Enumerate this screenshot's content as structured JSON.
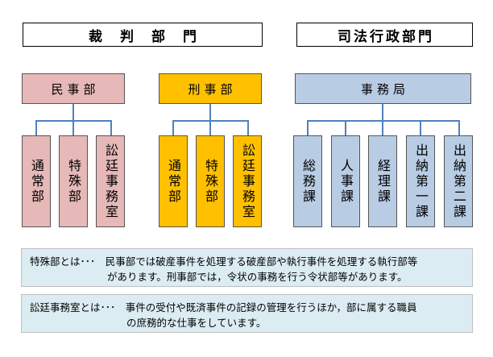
{
  "headers": {
    "court": "裁判部門",
    "admin": "司法行政部門"
  },
  "departments": {
    "civil": {
      "name": "民事部",
      "units": [
        "通常部",
        "特殊部",
        "訟廷事務室"
      ]
    },
    "criminal": {
      "name": "刑事部",
      "units": [
        "通常部",
        "特殊部",
        "訟廷事務室"
      ]
    },
    "secretariat": {
      "name": "事務局",
      "units": [
        "総務課",
        "人事課",
        "経理課",
        "出納第一課",
        "出納第二課"
      ]
    }
  },
  "notes": {
    "special": {
      "line1": "特殊部とは･･･　民事部では破産事件を処理する破産部や執行事件を処理する執行部等",
      "line2": "があります。刑事部では，令状の事務を行う令状部等があります。"
    },
    "office": {
      "line1": "訟廷事務室とは･･･　事件の受付や既済事件の記録の管理を行うほか，部に属する職員",
      "line2": "の庶務的な仕事をしています。"
    }
  },
  "colors": {
    "civil": "#e6b8b7",
    "criminal": "#ffc000",
    "secretariat": "#b8cce4",
    "connector": "#4f81bd",
    "note_bg": "#dcecf3"
  }
}
